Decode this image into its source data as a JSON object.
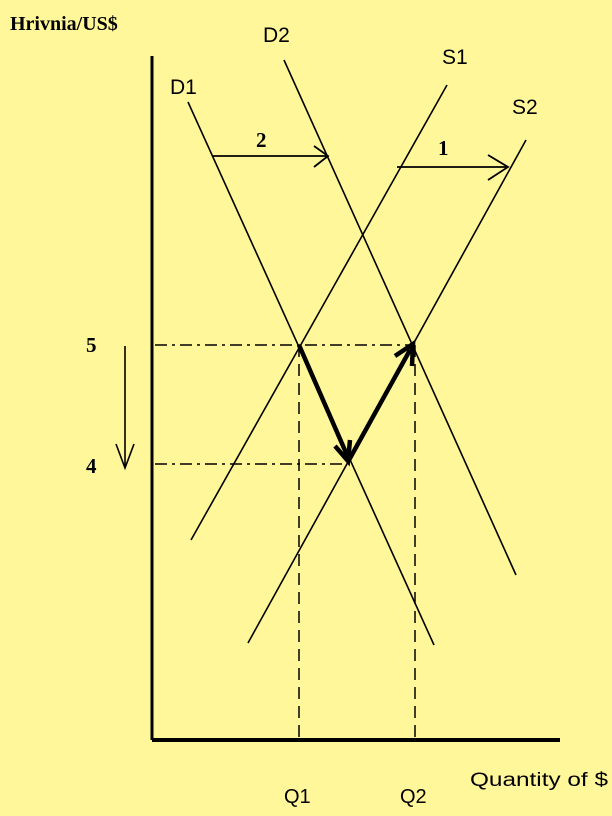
{
  "colors": {
    "background": "#FFF79A",
    "ink": "#000000"
  },
  "axes": {
    "y_label": "Hrivnia/US$",
    "x_label": "Quantity of $"
  },
  "curves": {
    "d1": "D1",
    "d2": "D2",
    "s1": "S1",
    "s2": "S2"
  },
  "shifts": {
    "supply_shift": "1",
    "demand_shift": "2"
  },
  "price_levels": {
    "high": "5",
    "low": "4"
  },
  "quantities": {
    "q1": "Q1",
    "q2": "Q2"
  },
  "icons": {
    "price_drop": "down-arrow-icon"
  }
}
